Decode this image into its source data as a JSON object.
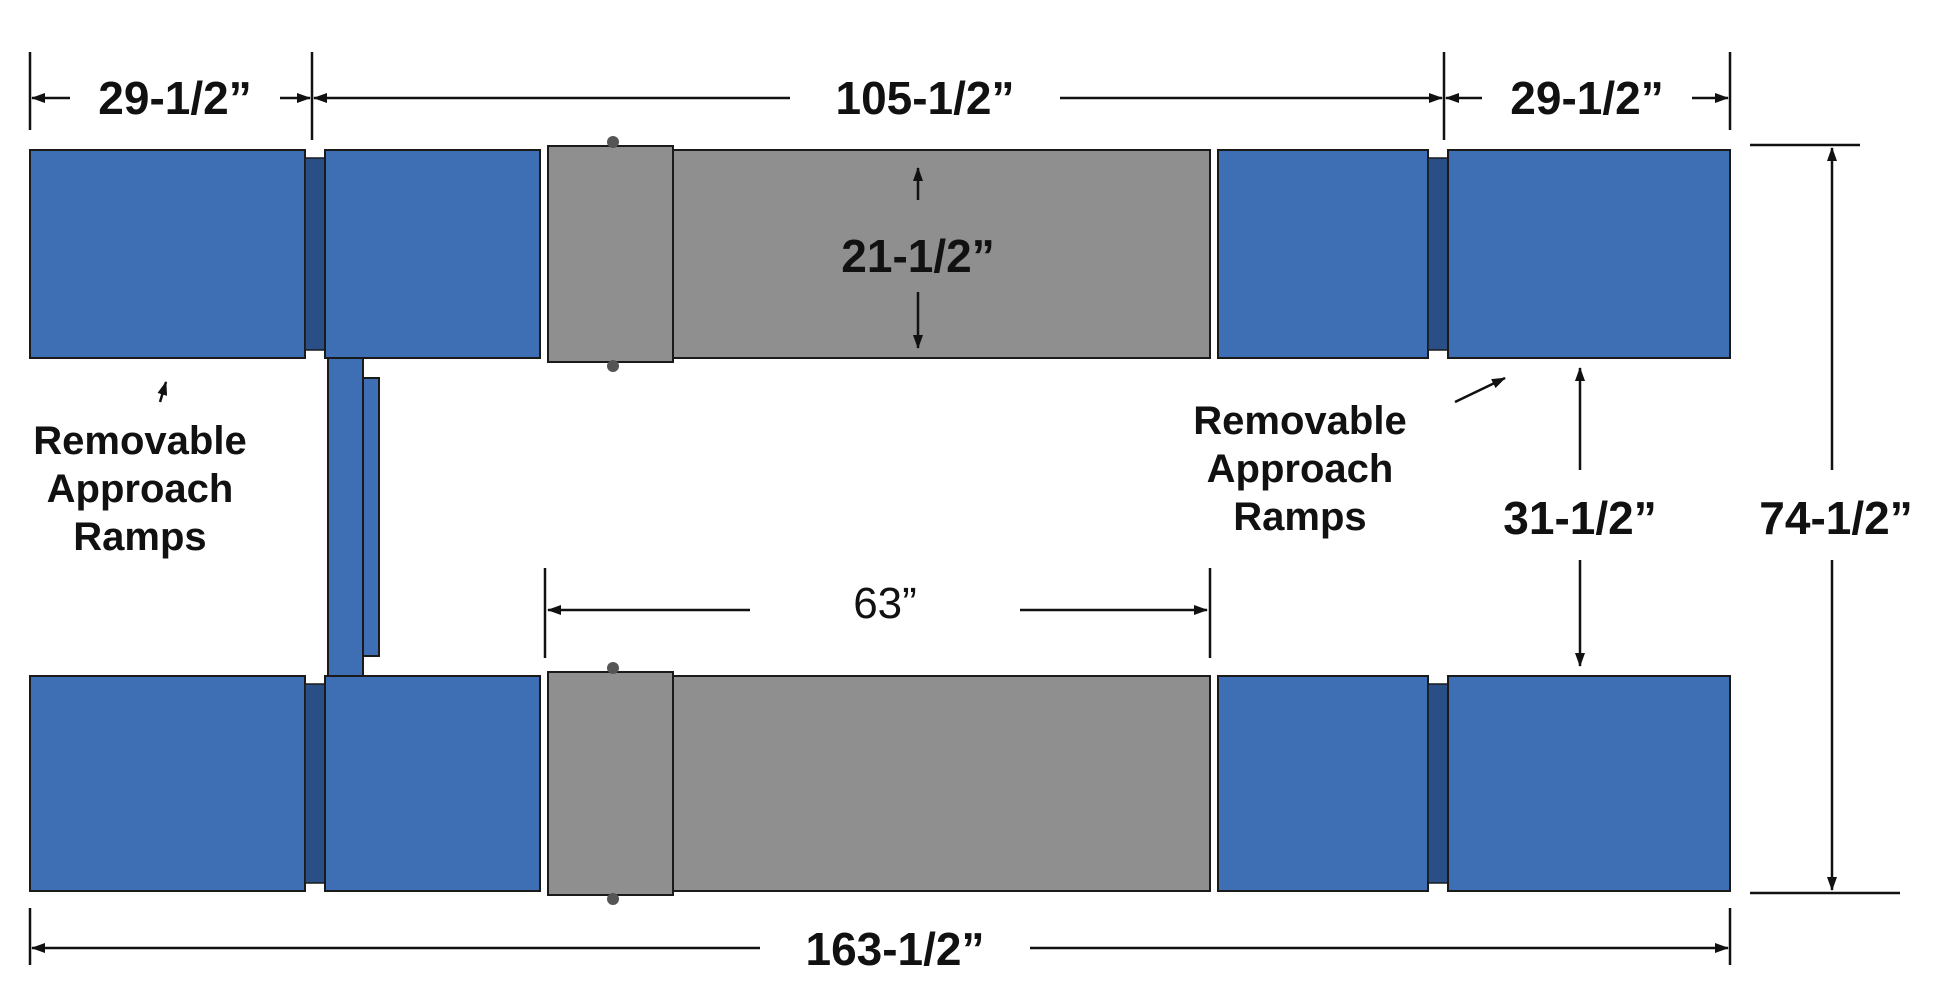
{
  "colors": {
    "ramp_blue": "#3e6fb5",
    "plate_gray": "#8f8f8f",
    "line": "#111111"
  },
  "dimensions": {
    "ramp_left_width": "29-1/2”",
    "center_span": "105-1/2”",
    "ramp_right_width": "29-1/2”",
    "runway_width": "21-1/2”",
    "inner_gap": "31-1/2”",
    "overall_width": "74-1/2”",
    "plate_length": "63”",
    "overall_length": "163-1/2”"
  },
  "labels": {
    "left_note": [
      "Removable",
      "Approach",
      "Ramps"
    ],
    "right_note": [
      "Removable",
      "Approach",
      "Ramps"
    ]
  }
}
